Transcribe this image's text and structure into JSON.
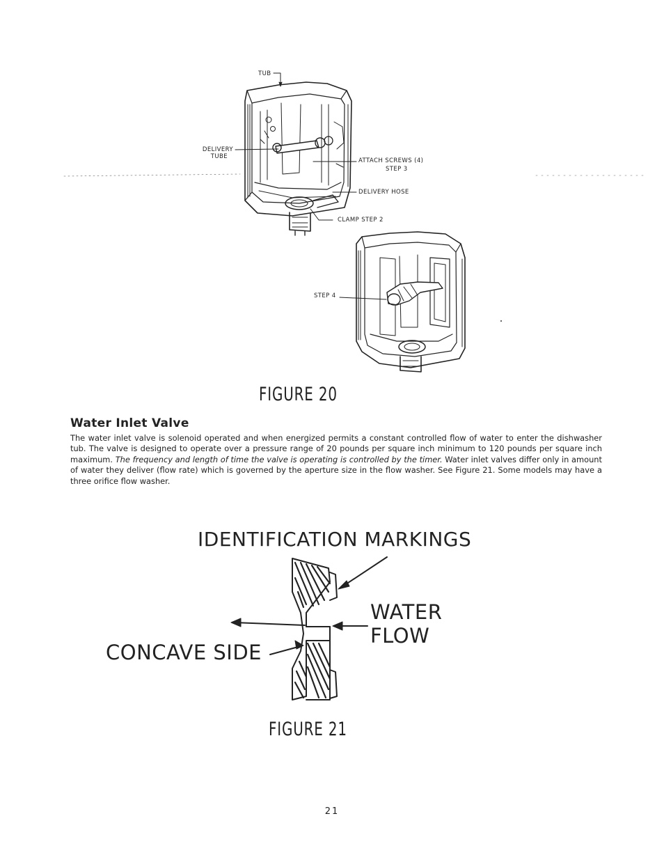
{
  "figure20": {
    "labels": {
      "tub": "TUB",
      "delivery_tube_line1": "DELIVERY",
      "delivery_tube_line2": "TUBE",
      "attach_screws": "ATTACH SCREWS (4)",
      "step3": "STEP 3",
      "delivery_hose": "DELIVERY HOSE",
      "clamp_step2": "CLAMP STEP 2",
      "step4": "STEP 4"
    },
    "caption": "FIGURE 20"
  },
  "section": {
    "heading": "Water Inlet Valve",
    "paragraph_start": "The water inlet valve is solenoid operated and when energized permits a constant controlled flow of water to enter the dishwasher tub. The valve is designed to operate over a pressure range of 20 pounds per square inch minimum to 120 pounds per square inch maximum. ",
    "paragraph_italic": "The frequency and length of time the valve is operating is controlled by the timer.",
    "paragraph_end": " Water inlet valves differ only in amount of water they deliver (flow rate) which is governed by the aperture size in the flow washer. See Figure 21. Some models may have a three orifice flow washer."
  },
  "figure21": {
    "identification_markings": "IDENTIFICATION MARKINGS",
    "water": "WATER",
    "flow": "FLOW",
    "concave_side": "CONCAVE SIDE",
    "caption": "FIGURE 21"
  },
  "page_number": "21"
}
